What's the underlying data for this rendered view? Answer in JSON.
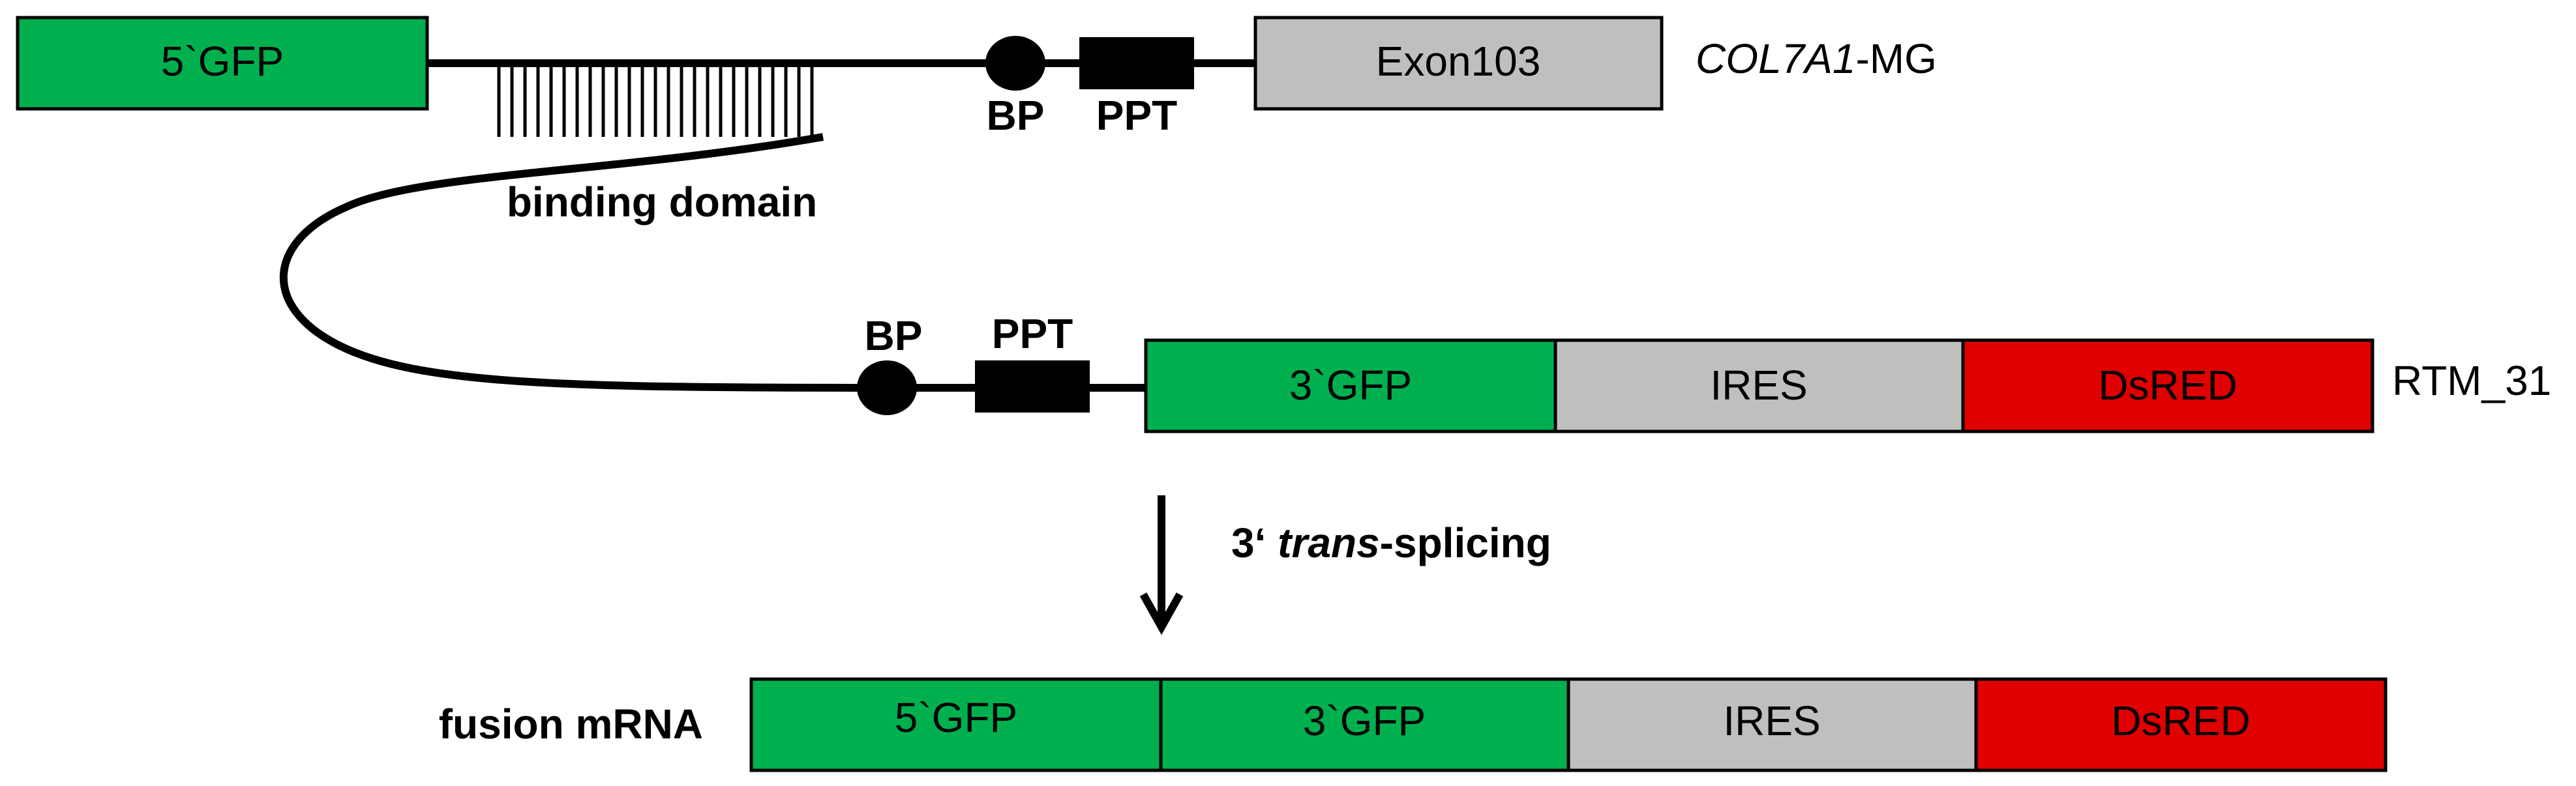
{
  "colors": {
    "gfp": "#00b04f",
    "ires": "#bfbfbf",
    "dsred": "#e00000",
    "line": "#000000"
  },
  "top_construct": {
    "five_gfp": "5`GFP",
    "binding_domain": "binding domain",
    "bp": "BP",
    "ppt": "PPT",
    "exon": "Exon103",
    "name_italic": "COL7A1",
    "name_suffix": "-MG"
  },
  "rtm_construct": {
    "bp": "BP",
    "ppt": "PPT",
    "three_gfp": "3`GFP",
    "ires": "IRES",
    "dsred": "DsRED",
    "name": "RTM_31"
  },
  "splicing": {
    "prefix": "3‘ ",
    "italic": "trans",
    "suffix": "-splicing",
    "arrow_icon": "down-arrow-icon"
  },
  "fusion": {
    "label": "fusion mRNA",
    "five_gfp": "5`GFP",
    "three_gfp": "3`GFP",
    "ires": "IRES",
    "dsred": "DsRED"
  }
}
